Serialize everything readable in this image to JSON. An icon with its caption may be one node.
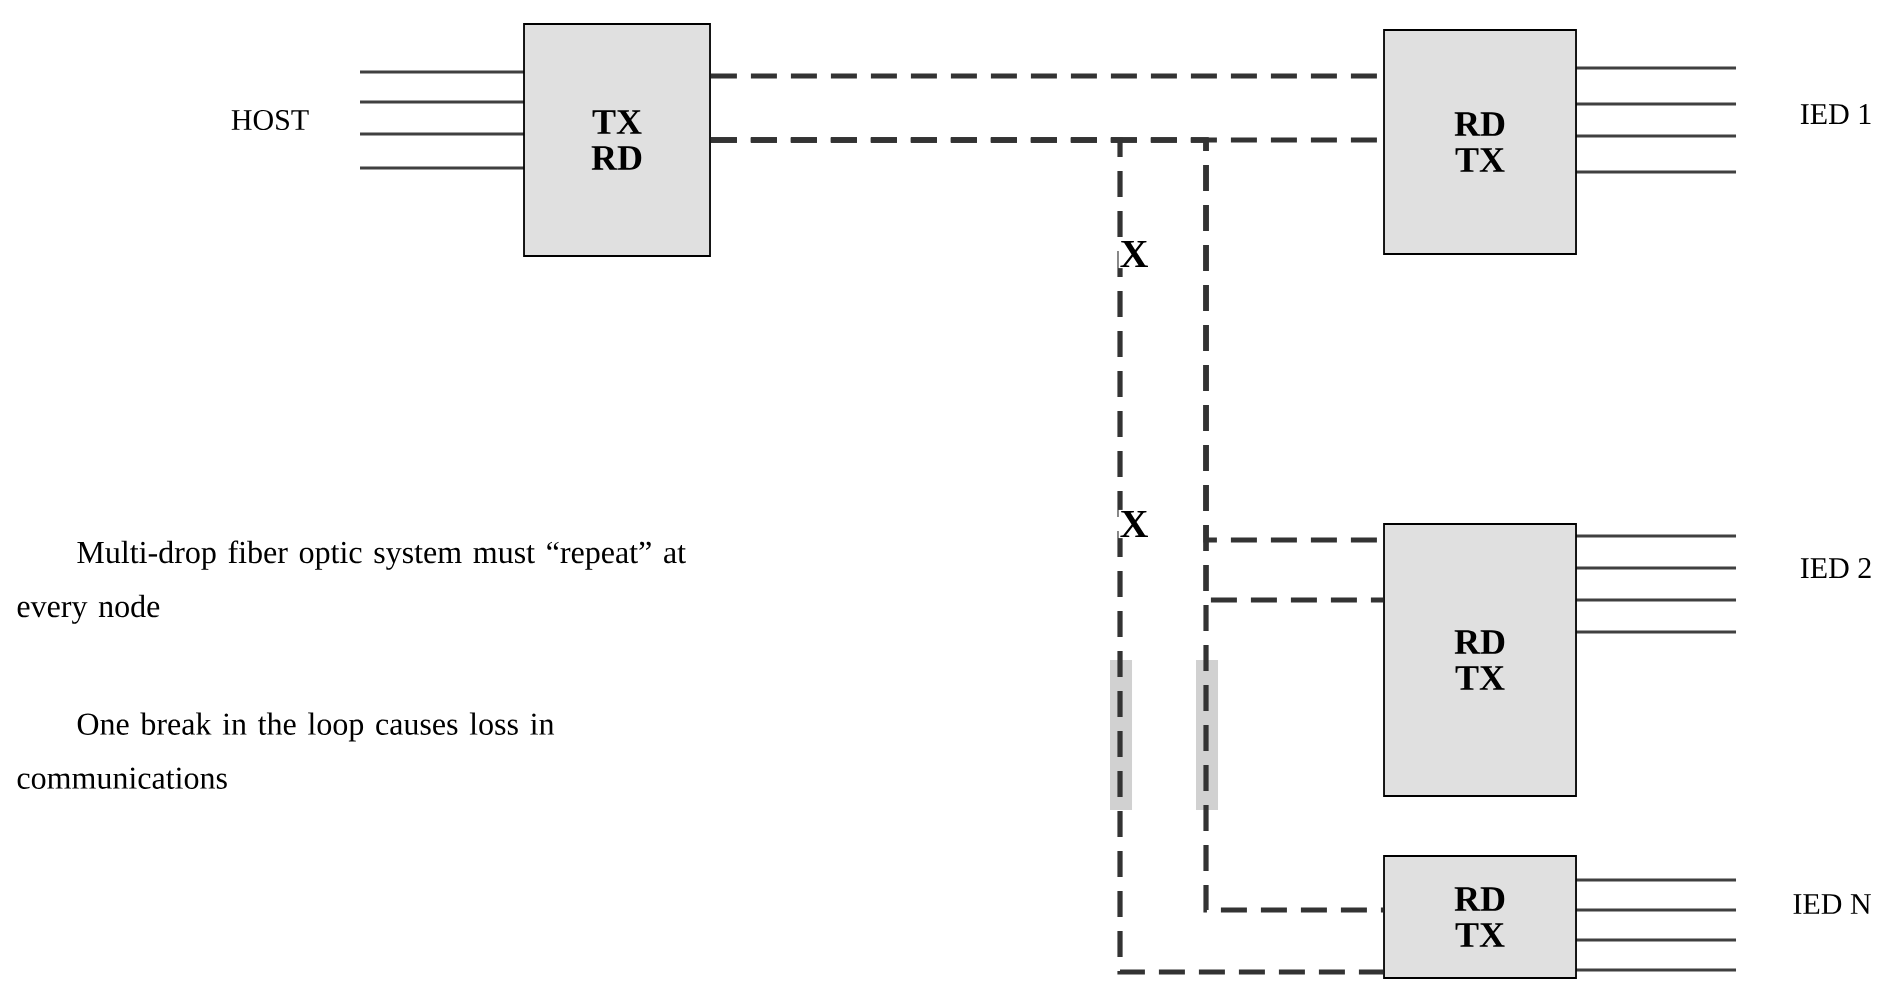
{
  "diagram": {
    "nodes": [
      {
        "text": [
          "TX",
          "RD"
        ]
      },
      {
        "text": [
          "RD",
          "TX"
        ]
      },
      {
        "text": [
          "RD",
          "TX"
        ]
      },
      {
        "text": [
          "RD",
          "TX"
        ]
      }
    ],
    "edges": [
      {
        "from": 0,
        "to": 1,
        "arrow": "none",
        "style": "dashed"
      },
      {
        "from": 0,
        "to": 1,
        "arrow": "none",
        "style": "dashed"
      },
      {
        "from": 0,
        "to": 2,
        "arrow": "none",
        "style": "dashed"
      },
      {
        "from": 0,
        "to": 2,
        "arrow": "none",
        "style": "dashed"
      },
      {
        "from": 0,
        "to": 3,
        "arrow": "none",
        "style": "dashed"
      },
      {
        "from": 0,
        "to": 3,
        "arrow": "none",
        "style": "dashed"
      }
    ],
    "labels": [
      "HOST",
      "IED 1",
      "X",
      "X",
      "IED 2",
      "IED N",
      "Multi-drop fiber optic system must “repeat” at every node",
      "One break in the loop causes loss in communications"
    ]
  }
}
